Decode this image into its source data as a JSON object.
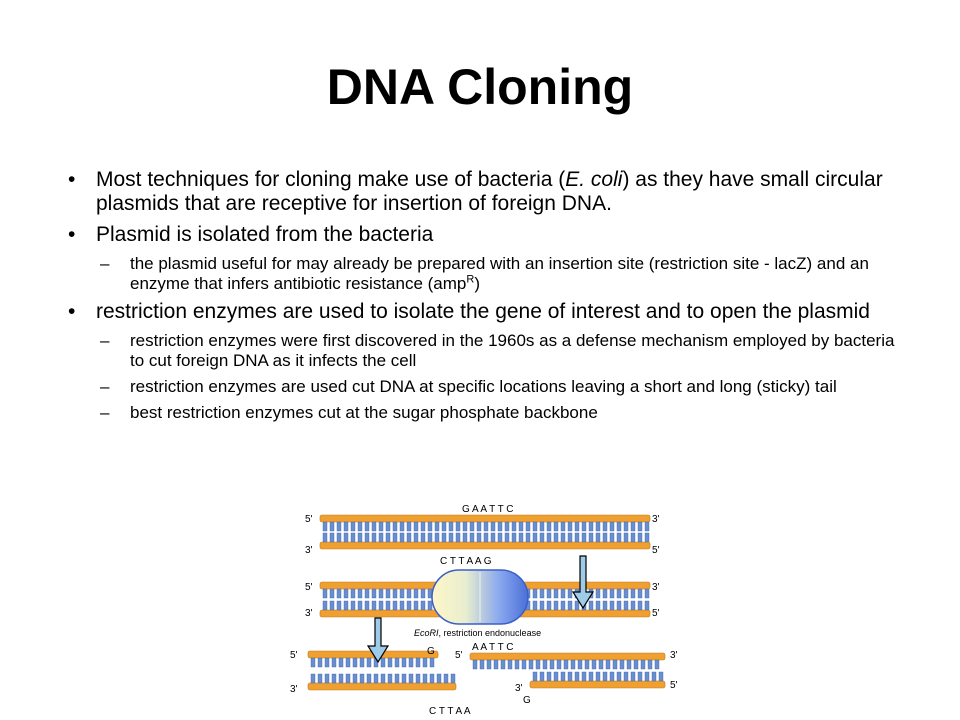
{
  "title": "DNA Cloning",
  "bullets": {
    "b1": {
      "pre": "Most techniques for cloning make use of bacteria (",
      "italic": "E. coli",
      "post": ") as they have small circular plasmids that are receptive for insertion of foreign DNA."
    },
    "b2": {
      "text": "Plasmid is isolated from the bacteria"
    },
    "b2_sub1": {
      "text": "the plasmid useful for may already be prepared with an insertion site (restriction site - lacZ) and an enzyme that infers antibiotic resistance (amp",
      "sup": "R",
      "post": ")"
    },
    "b3": {
      "text": "restriction enzymes are used to isolate the gene of interest and to open the plasmid"
    },
    "b3_sub1": {
      "text": "restriction enzymes were first discovered in the 1960s as a defense mechanism employed by bacteria to cut foreign DNA as it infects the cell"
    },
    "b3_sub2": {
      "text": "restriction enzymes are used cut DNA at specific locations leaving a short and long (sticky) tail"
    },
    "b3_sub3": {
      "text": "best restriction enzymes cut at the sugar phosphate backbone"
    },
    "bullet_glyph": "•",
    "dash_glyph": "–"
  },
  "diagram": {
    "seq_top": "G A A T T C",
    "seq_bottom": "C T T A A G",
    "label_5": "5'",
    "label_3": "3'",
    "enzyme_italic": "EcoRI",
    "enzyme_rest": ", restriction endonuclease",
    "cut_g": "G",
    "cut_aattc": "A A T T C",
    "cut_cttaa": "C T T A A",
    "colors": {
      "strand": "#f0a030",
      "rung": "#6a8fd0",
      "enzyme": "#6e8fe0",
      "arrow": "#9ecbe8"
    }
  }
}
